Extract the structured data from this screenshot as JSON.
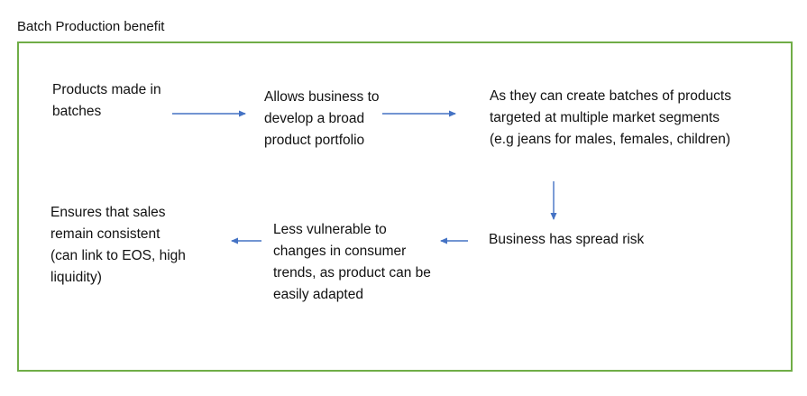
{
  "title": "Batch Production benefit",
  "colors": {
    "frame_border": "#70ad47",
    "arrow": "#4472c4",
    "text": "#111111"
  },
  "nodes": {
    "products_made_in_batches": [
      "Products made in",
      "batches"
    ],
    "broad_portfolio": [
      "Allows business to",
      "develop a broad",
      "product portfolio"
    ],
    "multiple_segments": [
      "As they can create batches of products",
      "targeted at multiple market segments",
      "(e.g jeans for males, females, children)"
    ],
    "spread_risk": [
      "Business has spread risk"
    ],
    "less_vulnerable": [
      "Less vulnerable to",
      "changes in consumer",
      "trends, as product can be",
      "easily adapted"
    ],
    "sales_consistent": [
      "Ensures that sales",
      "remain consistent",
      "(can link to EOS, high",
      "liquidity)"
    ]
  }
}
